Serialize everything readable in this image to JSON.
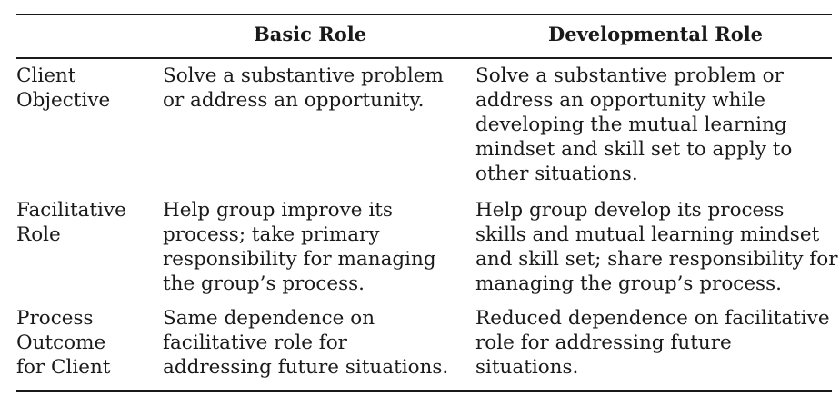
{
  "table": {
    "columns": [
      "Basic Role",
      "Developmental Role"
    ],
    "rows": [
      {
        "label": "Client\nObjective",
        "basic": "Solve a substantive problem\nor address an opportunity.",
        "developmental": "Solve a substantive problem or\naddress an opportunity while\ndeveloping the mutual learning\nmindset and skill set to apply to\nother situations."
      },
      {
        "label": "Facilitative\nRole",
        "basic": "Help group improve its\nprocess; take primary\nresponsibility for managing\nthe group’s process.",
        "developmental": "Help group develop its process\nskills and mutual learning mindset\nand skill set; share responsibility for\nmanaging the group’s process."
      },
      {
        "label": "Process\nOutcome\nfor Client",
        "basic": "Same dependence on\nfacilitative role for\naddressing future situations.",
        "developmental": "Reduced dependence on facilitative\nrole for addressing future\nsituations."
      }
    ]
  }
}
